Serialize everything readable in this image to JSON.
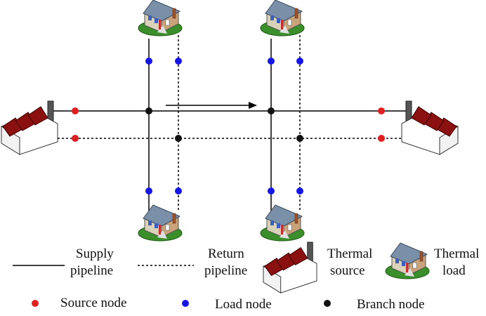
{
  "colors": {
    "source_node": "#e02020",
    "load_node": "#1515e6",
    "branch_node": "#111111",
    "pipe": "#000000",
    "factory_roof": "#8b1010",
    "factory_wall": "#ffffff",
    "house_ground": "#3a8f2a"
  },
  "icons": {
    "thermal_source": "factory-icon",
    "thermal_load": "house-icon"
  },
  "legend": {
    "supply_line1": "Supply",
    "supply_line2": "pipeline",
    "return_line1": "Return",
    "return_line2": "pipeline",
    "source_line1": "Thermal",
    "source_line2": "source",
    "load_line1": "Thermal",
    "load_line2": "load",
    "source_node": "Source node",
    "load_node": "Load node",
    "branch_node": "Branch node"
  }
}
